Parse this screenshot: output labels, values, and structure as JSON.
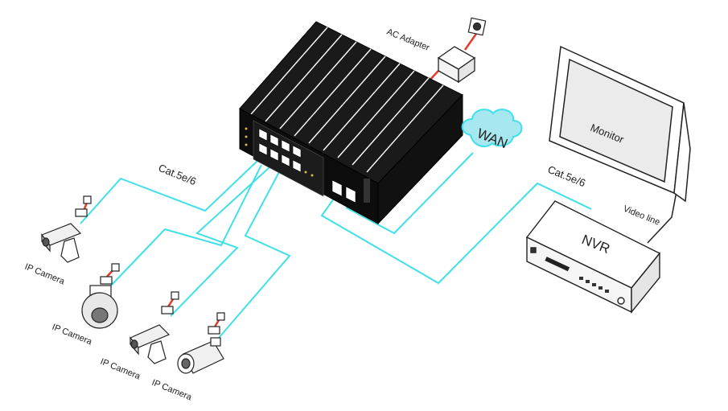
{
  "labels": {
    "ac_adapter": "AC Adapter",
    "wan": "WAN",
    "monitor": "Monitor",
    "nvr": "NVR",
    "cat_left": "Cat.5e/6",
    "cat_right": "Cat.5e/6",
    "video_line": "Video line",
    "cam1": "IP Camera",
    "cam2": "IP Camera",
    "cam3": "IP Camera",
    "cam4": "IP Camera"
  },
  "colors": {
    "cable": "#3fe0e8",
    "power": "#e23b2e",
    "device": "#111111",
    "outline": "#222222"
  }
}
